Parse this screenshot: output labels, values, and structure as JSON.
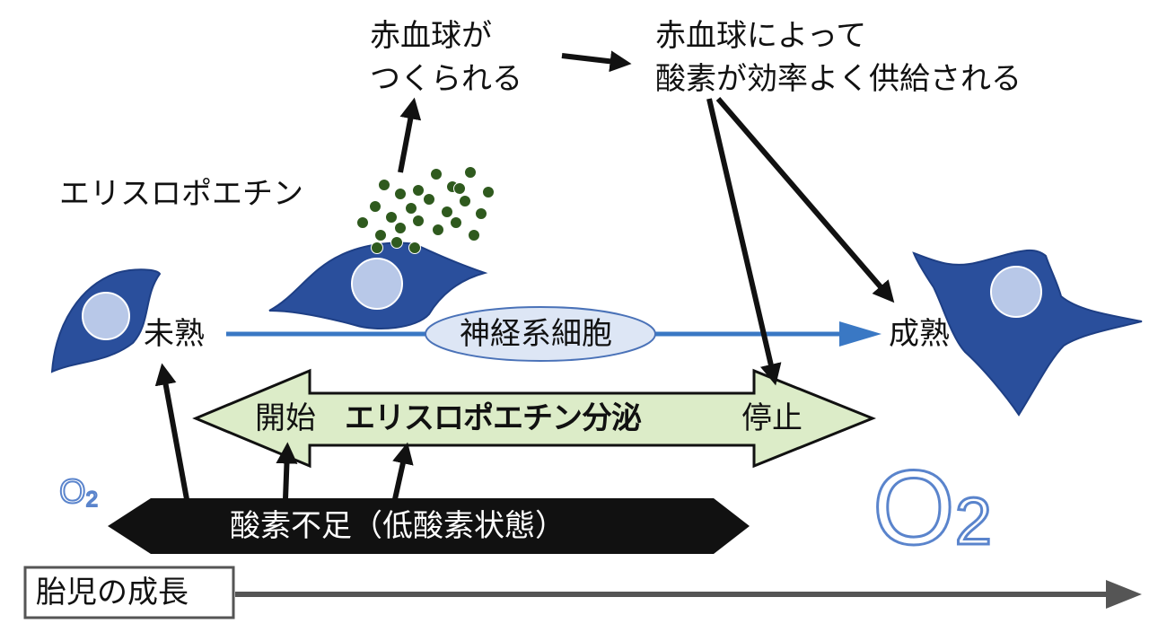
{
  "labels": {
    "rbc_made_line1": "赤血球が",
    "rbc_made_line2": "つくられる",
    "oxygen_supply_line1": "赤血球によって",
    "oxygen_supply_line2": "酸素が効率よく供給される",
    "erythropoietin": "エリスロポエチン",
    "immature": "未熟",
    "mature": "成熟",
    "neural_cells": "神経系細胞",
    "start": "開始",
    "secretion": "エリスロポエチン分泌",
    "stop": "停止",
    "hypoxia": "酸素不足（低酸素状態）",
    "fetal_growth": "胎児の成長",
    "o2_small": {
      "base": "O",
      "sub": "2"
    },
    "o2_large": {
      "base": "O",
      "sub": "2"
    }
  },
  "colors": {
    "cell_fill": "#2a4f9c",
    "cell_outline": "#1e3f85",
    "nucleus_fill": "#b8c8e8",
    "granule": "#2f5a1e",
    "flow_arrow": "#3a78c4",
    "ellipse_fill": "#dde6f5",
    "ellipse_stroke": "#4a72b8",
    "secretion_fill": "#dcecc8",
    "secretion_stroke": "#111111",
    "hypoxia_fill": "#111111",
    "timeline": "#555555",
    "o2_outline": "#5a84cc",
    "o2_fill": "#ffffff"
  }
}
